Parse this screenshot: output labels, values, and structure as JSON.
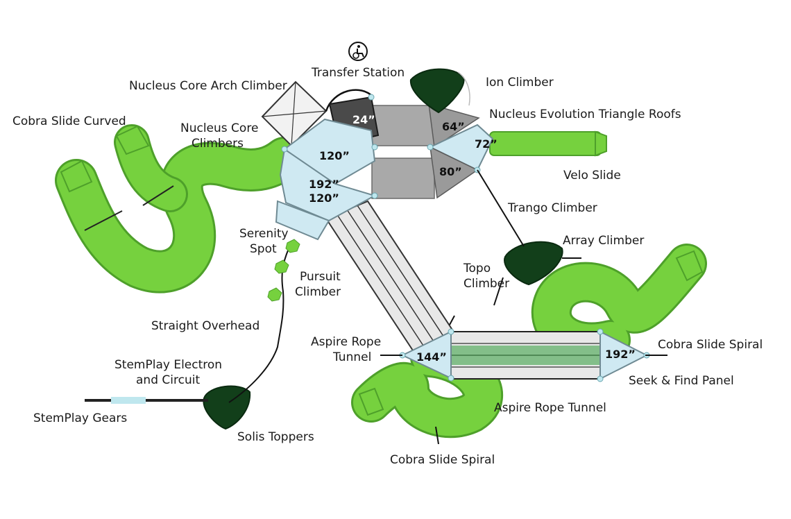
{
  "labels": {
    "transfer_station": "Transfer Station",
    "nucleus_core_arch_climber": "Nucleus Core Arch Climber",
    "ion_climber": "Ion Climber",
    "cobra_slide_curved": "Cobra Slide Curved",
    "nucleus_core_climbers_1": "Nucleus Core",
    "nucleus_core_climbers_2": "Climbers",
    "nucleus_evolution_triangle_roofs": "Nucleus Evolution Triangle Roofs",
    "velo_slide": "Velo Slide",
    "trango_climber": "Trango Climber",
    "serenity_spot_1": "Serenity",
    "serenity_spot_2": "Spot",
    "array_climber": "Array Climber",
    "pursuit_climber_1": "Pursuit",
    "pursuit_climber_2": "Climber",
    "topo_climber_1": "Topo",
    "topo_climber_2": "Climber",
    "straight_overhead": "Straight Overhead",
    "aspire_rope_tunnel_left_1": "Aspire Rope",
    "aspire_rope_tunnel_left_2": "Tunnel",
    "cobra_slide_spiral_right": "Cobra Slide Spiral",
    "stemplay_electron_1": "StemPlay Electron",
    "stemplay_electron_2": "and Circuit",
    "seek_find_panel": "Seek & Find Panel",
    "aspire_rope_tunnel_bottom": "Aspire Rope Tunnel",
    "stemplay_gears": "StemPlay Gears",
    "solis_toppers": "Solis Toppers",
    "cobra_slide_spiral_bottom": "Cobra Slide Spiral"
  },
  "deck_heights": {
    "transfer": "24”",
    "upper_hex": "120”",
    "lower_hex_a": "192”",
    "lower_hex_b": "120”",
    "tri_a": "64”",
    "tri_b": "72”",
    "tri_c": "80”",
    "bottom_left_tri": "144”",
    "bottom_right_tri": "192”"
  },
  "icons": {
    "accessibility": "wheelchair-icon"
  },
  "colors": {
    "slide_green": "#76d13e",
    "deck_blue": "#cfe9f2",
    "climber_dark_green": "#123f1a",
    "roof_grey": "#9a9a9a"
  }
}
